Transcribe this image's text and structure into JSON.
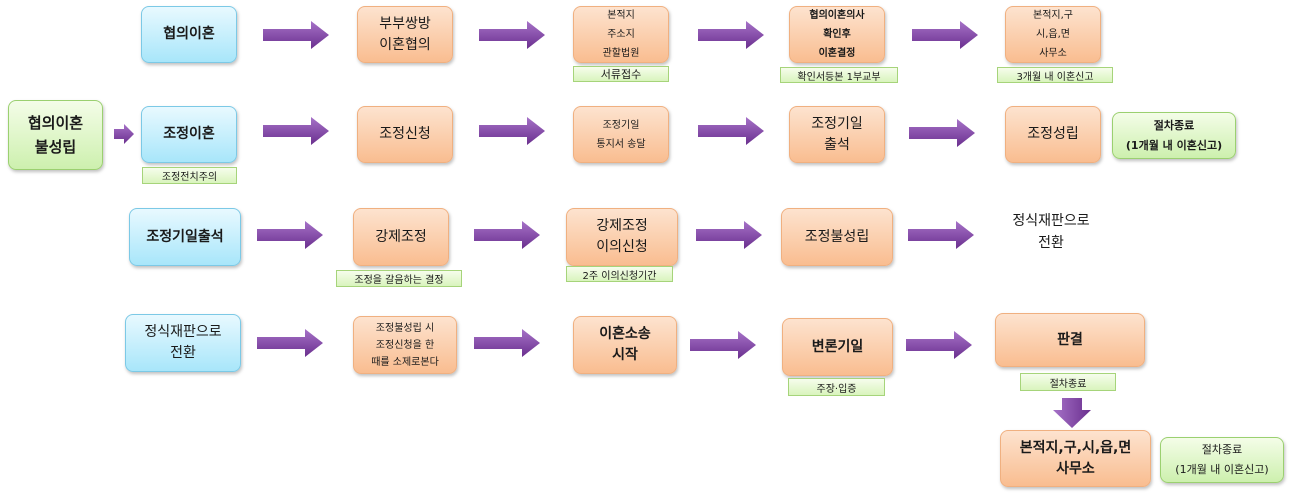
{
  "colors": {
    "arrow": "#7b3f9e",
    "blue_box": "#a8e6fa",
    "orange_box": "#f9bd90",
    "green_box": "#cdf0ae"
  },
  "start": {
    "label": "협의이혼\n불성립"
  },
  "row1": {
    "steps": [
      "협의이혼",
      "부부쌍방\n이혼협의",
      "본적지\n주소지\n관할법원",
      "협의이혼의사\n확인후\n이혼결정",
      "본적지,구\n시,읍,면\n사무소"
    ],
    "tags": [
      "서류접수",
      "확인서등본 1부교부",
      "3개월 내 이혼신고"
    ]
  },
  "row2": {
    "steps": [
      "조정이혼",
      "조정신청",
      "조정기일\n통지서 송달",
      "조정기일\n출석",
      "조정성립"
    ],
    "tags": [
      "조정전치주의"
    ],
    "end": "절차종료\n(1개월 내 이혼신고)"
  },
  "row3": {
    "steps": [
      "조정기일출석",
      "강제조정",
      "강제조정\n이의신청",
      "조정불성립",
      "정식재판으로\n전환"
    ],
    "tags": [
      "조정을 갈음하는 결정",
      "2주 이의신청기간"
    ]
  },
  "row4": {
    "steps": [
      "정식재판으로\n전환",
      "조정불성립 시\n조정신청을 한\n때를 소제로본다",
      "이혼소송\n시작",
      "변론기일",
      "판결"
    ],
    "tags": [
      "주장·입증",
      "절차종료"
    ]
  },
  "final": {
    "step": "본적지,구,시,읍,면\n사무소",
    "end": "절차종료\n(1개월 내 이혼신고)"
  }
}
